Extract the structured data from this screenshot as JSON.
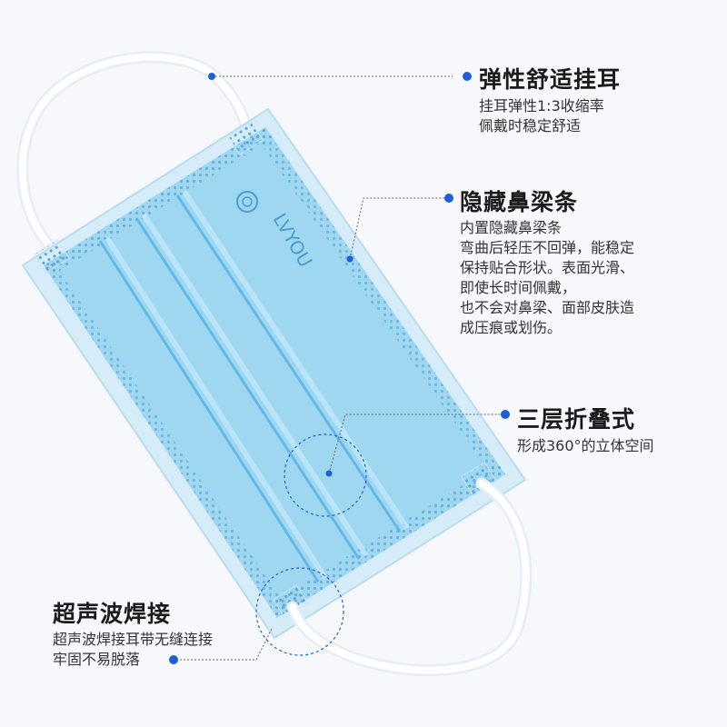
{
  "brand": "LVYOU",
  "colors": {
    "accent": "#1f5fd6",
    "mask_blue": "#8fd0ee",
    "mask_edge": "#c8e6f5"
  },
  "callouts": [
    {
      "title": "弹性舒适挂耳",
      "lines": [
        "挂耳弹性1:3收缩率",
        "佩戴时稳定舒适"
      ]
    },
    {
      "title": "隐藏鼻梁条",
      "lines": [
        "内置隐藏鼻梁条",
        "弯曲后轻压不回弹，能稳定",
        "保持贴合形状。表面光滑、",
        "即使长时间佩戴，",
        "也不会对鼻梁、面部皮肤造",
        "成压痕或划伤。"
      ]
    },
    {
      "title": "三层折叠式",
      "lines": [
        "形成360°的立体空间"
      ]
    },
    {
      "title": "超声波焊接",
      "lines": [
        "超声波焊接耳带无缝连接",
        "牢固不易脱落"
      ]
    }
  ]
}
